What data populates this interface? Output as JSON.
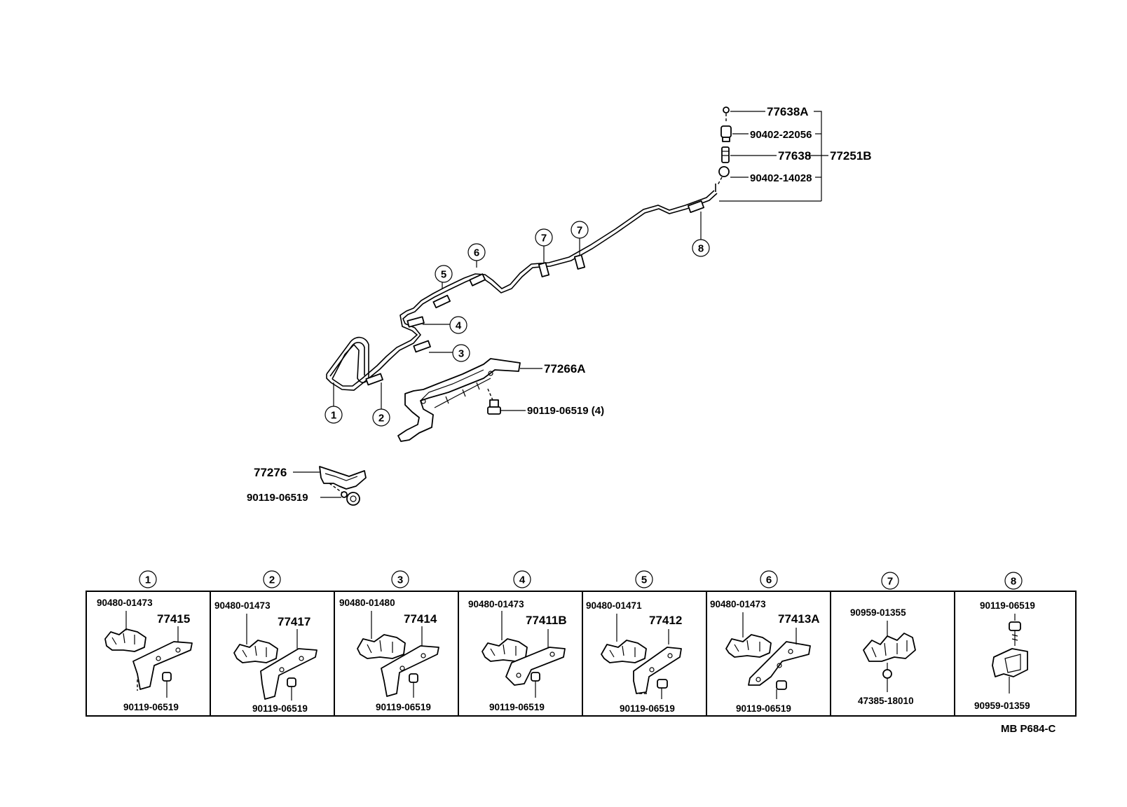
{
  "main_labels": {
    "p77638a": "77638A",
    "p90402_22056": "90402-22056",
    "p77638": "77638",
    "p77251b": "77251B",
    "p90402_14028": "90402-14028",
    "p77266a": "77266A",
    "p90119_4": "90119-06519 (4)",
    "p77276": "77276",
    "p90119_a": "90119-06519"
  },
  "clamp_markers": [
    "1",
    "2",
    "3",
    "4",
    "5",
    "6",
    "7",
    "7",
    "8"
  ],
  "cells": [
    {
      "num": "1",
      "clip": "90480-01473",
      "bracket": "77415",
      "bolt": "90119-06519"
    },
    {
      "num": "2",
      "clip": "90480-01473",
      "bracket": "77417",
      "bolt": "90119-06519"
    },
    {
      "num": "3",
      "clip": "90480-01480",
      "bracket": "77414",
      "bolt": "90119-06519"
    },
    {
      "num": "4",
      "clip": "90480-01473",
      "bracket": "77411B",
      "bolt": "90119-06519"
    },
    {
      "num": "5",
      "clip": "90480-01471",
      "bracket": "77412",
      "bolt": "90119-06519"
    },
    {
      "num": "6",
      "clip": "90480-01473",
      "bracket": "77413A",
      "bolt": "90119-06519"
    },
    {
      "num": "7",
      "clip": "90959-01355",
      "bracket": "",
      "bolt": "47385-18010"
    },
    {
      "num": "8",
      "clip": "90119-06519",
      "bracket": "",
      "bolt": "90959-01359"
    }
  ],
  "footer_code": "MB  P684-C"
}
